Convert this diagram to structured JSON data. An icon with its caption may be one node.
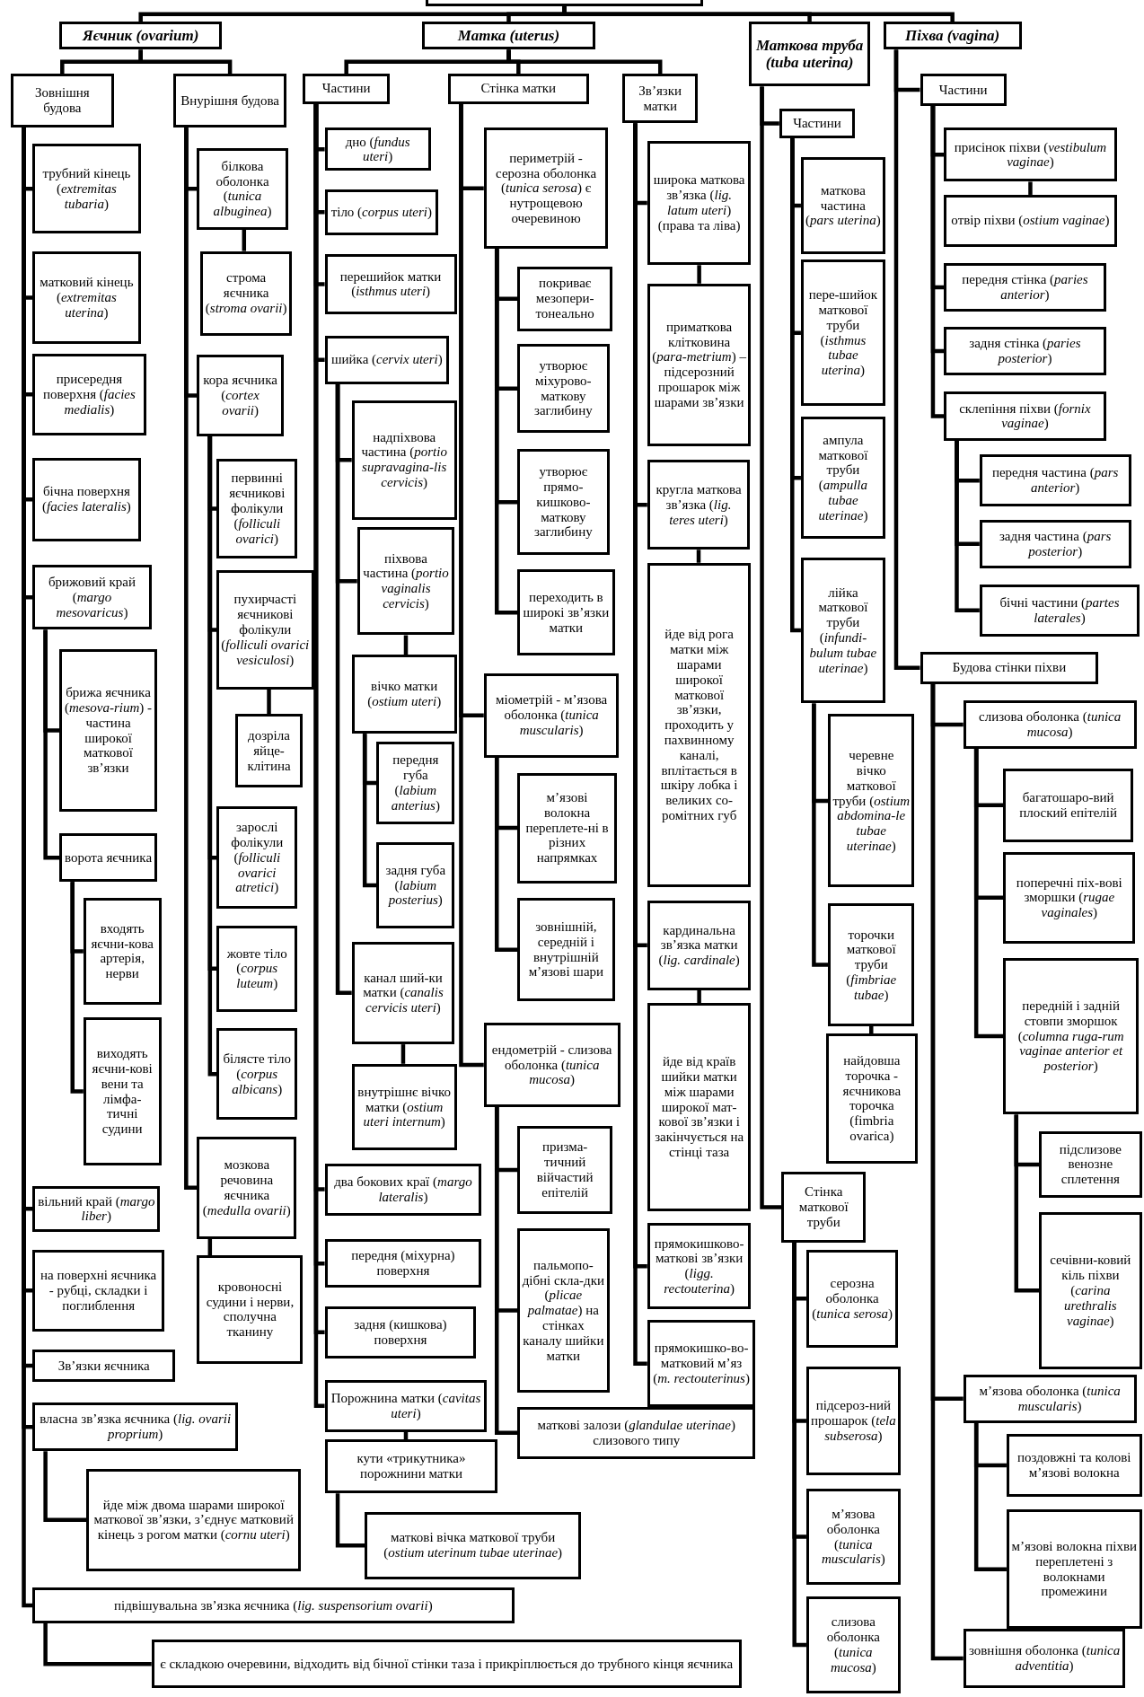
{
  "diagram": {
    "nodes": [
      {
        "text": [],
        "shape": "box"
      },
      {
        "text": [
          "Яєчник (ovarium)"
        ]
      },
      {
        "text": [
          "Матка (uterus)"
        ]
      },
      {
        "text": [
          "Маткова труба (tuba uterina)"
        ]
      },
      {
        "text": [
          "Піхва (vagina)"
        ]
      },
      {
        "text": [
          "Зовнішня будова"
        ]
      },
      {
        "text": [
          "Внурішня будова"
        ]
      },
      {
        "text": [
          "трубний кінець (*extremitas tubaria*)"
        ]
      },
      {
        "text": [
          "матковий кінець (*extremitas uterina*)"
        ]
      },
      {
        "text": [
          "присередня поверхня (*facies medialis*)"
        ]
      },
      {
        "text": [
          "бічна поверхня (*facies lateralis*)"
        ]
      },
      {
        "text": [
          "брижовий край (*margo mesovaricus*)"
        ]
      },
      {
        "text": [
          "брижа яєчника (*mesova-rium*) - частина широкої маткової зв’язки"
        ]
      },
      {
        "text": [
          "ворота яєчника"
        ]
      },
      {
        "text": [
          "входять яєчни-кова артерія, нерви"
        ]
      },
      {
        "text": [
          "виходять яєчни-кові вени та лімфа-тичні судини"
        ]
      },
      {
        "text": [
          "вільний край (*margo liber*)"
        ]
      },
      {
        "text": [
          "на поверхні яєчника - рубці, складки і поглиблення"
        ]
      },
      {
        "text": [
          "Зв’язки яєчника"
        ]
      },
      {
        "text": [
          "власна зв’язка яєчника (*lig. ovarii proprium*)"
        ]
      },
      {
        "text": [
          "йде між двома шарами широкої маткової зв’язки, з’єднує матковий кінець з рогом матки (*cornu uteri*)"
        ]
      },
      {
        "text": [
          "підвішувальна зв’язка яєчника (*lig. suspensorium ovarii*)"
        ]
      },
      {
        "text": [
          "є складкою очеревини, відходить від бічної стінки таза і прикріплюється до трубного кінця яєчника"
        ]
      },
      {
        "text": [
          "білкова оболонка (*tunica albuginea*)"
        ]
      },
      {
        "text": [
          "строма яєчника (*stroma ovarii*)"
        ]
      },
      {
        "text": [
          "кора яєчника (*cortex ovarii*)"
        ]
      },
      {
        "text": [
          "первинні яєчникові фолікули (*folliculi ovarici*)"
        ]
      },
      {
        "text": [
          "пухирчасті яєчникові фолікули (*folliculi ovarici vesiculosi*)"
        ]
      },
      {
        "text": [
          "дозріла яйце-клітина"
        ]
      },
      {
        "text": [
          "зарослі фолікули (*folliculi ovarici atretici*)"
        ]
      },
      {
        "text": [
          "жовте тіло (*corpus luteum*)"
        ]
      },
      {
        "text": [
          "білясте тіло (*corpus albicans*)"
        ]
      },
      {
        "text": [
          "мозкова речовина яєчника (*medulla ovarii*)"
        ]
      },
      {
        "text": [
          "кровоносні судини і нерви, сполучна тканину"
        ]
      },
      {
        "text": [
          "Частини"
        ]
      },
      {
        "text": [
          "Стінка матки"
        ]
      },
      {
        "text": [
          "Зв’язки матки"
        ]
      },
      {
        "text": [
          "дно (*fundus uteri*)"
        ]
      },
      {
        "text": [
          "тіло (*corpus uteri*)"
        ]
      },
      {
        "text": [
          "перешийок матки (*isthmus uteri*)"
        ]
      },
      {
        "text": [
          "шийка (*cervix uteri*)"
        ]
      },
      {
        "text": [
          "надпіхвова частина (*portio supravagina-lis cervicis*)"
        ]
      },
      {
        "text": [
          "піхвова частина (*portio vaginalis cervicis*)"
        ]
      },
      {
        "text": [
          "вічко матки (*ostium uteri*)"
        ]
      },
      {
        "text": [
          "передня губа (*labium anterius*)"
        ]
      },
      {
        "text": [
          "задня губа (*labium posterius*)"
        ]
      },
      {
        "text": [
          "канал ший-ки матки (*canalis cervicis uteri*)"
        ]
      },
      {
        "text": [
          "внутрішнє вічко матки (*ostium uteri internum*)"
        ]
      },
      {
        "text": [
          "два бокових краї (*margo lateralis*)"
        ]
      },
      {
        "text": [
          "передня (міхурна) поверхня"
        ]
      },
      {
        "text": [
          "задня (кишкова) поверхня"
        ]
      },
      {
        "text": [
          "Порожнина матки (*cavitas uteri*)"
        ]
      },
      {
        "text": [
          "кути «трикутника» порожнини матки"
        ]
      },
      {
        "text": [
          "маткові вічка маткової труби (*ostium uterinum tubae uterinae*)"
        ]
      },
      {
        "text": [
          "периметрій - серозна оболонка (*tunica serosa*) є нутрощевою очеревиною"
        ]
      },
      {
        "text": [
          "покриває мезопери-тонеально"
        ]
      },
      {
        "text": [
          "утворює міхурово-маткову заглибину"
        ]
      },
      {
        "text": [
          "утворює прямо-кишково-маткову заглибину"
        ]
      },
      {
        "text": [
          "переходить в широкі зв’язки матки"
        ]
      },
      {
        "text": [
          "міометрій - м’язова оболонка (*tunica muscularis*)"
        ]
      },
      {
        "text": [
          "м’язові волокна переплете-ні в різних напрямках"
        ]
      },
      {
        "text": [
          "зовнішній, середній і внутрішній м’язові шари"
        ]
      },
      {
        "text": [
          "ендометрій - слизова оболонка (*tunica mucosa*)"
        ]
      },
      {
        "text": [
          "призма-тичний війчастий епітелій"
        ]
      },
      {
        "text": [
          "пальмопо-дібні скла-дки (*plicae palmatae*) на стінках каналу шийки матки"
        ]
      },
      {
        "text": [
          "маткові залози (*glandulae uterinae*) слизового типу"
        ]
      },
      {
        "text": [
          "широка маткова зв’язка (*lig. latum uteri*) (права та ліва)"
        ]
      },
      {
        "text": [
          "приматкова клітковина (*para-metrium*) – підсерозний прошарок між шарами зв’язки"
        ]
      },
      {
        "text": [
          "кругла маткова зв’язка (*lig. teres uteri*)"
        ]
      },
      {
        "text": [
          "йде від рога матки між шарами широкої маткової зв’язки, проходить у пахвинному каналі, вплітається в шкіру лобка і великих со-ромітних губ"
        ]
      },
      {
        "text": [
          "кардинальна зв’язка матки (*lig. cardinale*)"
        ]
      },
      {
        "text": [
          "йде від країв шийки матки між шарами широкої мат-кової зв’язки і закінчується на стінці таза"
        ]
      },
      {
        "text": [
          "прямокишково-маткові зв’язки (*ligg. rectouterina*)"
        ]
      },
      {
        "text": [
          "прямокишко-во-матковий м’яз (*m. rectouterinus*)"
        ]
      },
      {
        "text": [
          "Частини"
        ]
      },
      {
        "text": [
          "маткова частина (*pars uterina*)"
        ]
      },
      {
        "text": [
          "пере-шийок маткової труби (*isthmus tubae uterina*)"
        ]
      },
      {
        "text": [
          "ампула маткової труби (*ampulla tubae uterinae*)"
        ]
      },
      {
        "text": [
          "лійка маткової труби (*infundi-bulum tubae uterinae*)"
        ]
      },
      {
        "text": [
          "черевне вічко маткової труби (*ostium abdomina-le tubae uterinae*)"
        ]
      },
      {
        "text": [
          "торочки маткової труби (*fimbriae tubae*)"
        ]
      },
      {
        "text": [
          "найдовша торочка - яєчникова торочка (fimbria ovarica)"
        ]
      },
      {
        "text": [
          "Стінка маткової труби"
        ]
      },
      {
        "text": [
          "серозна оболонка (*tunica serosa*)"
        ]
      },
      {
        "text": [
          "підсероз-ний прошарок (*tela subserosa*)"
        ]
      },
      {
        "text": [
          "м’язова оболонка (*tunica muscularis*)"
        ]
      },
      {
        "text": [
          "слизова оболонка (*tunica mucosa*)"
        ]
      },
      {
        "text": [
          "Частини"
        ]
      },
      {
        "text": [
          "присінок піхви (*vestibulum vaginae*)"
        ]
      },
      {
        "text": [
          "отвір піхви (*ostium vaginae*)"
        ]
      },
      {
        "text": [
          "передня стінка (*paries anterior*)"
        ]
      },
      {
        "text": [
          "задня стінка (*paries posterior*)"
        ]
      },
      {
        "text": [
          "склепіння піхви (*fornix vaginae*)"
        ]
      },
      {
        "text": [
          "передня частина (*pars anterior*)"
        ]
      },
      {
        "text": [
          "задня частина (*pars posterior*)"
        ]
      },
      {
        "text": [
          "бічні частини (*partes laterales*)"
        ]
      },
      {
        "text": [
          "Будова стінки піхви"
        ]
      },
      {
        "text": [
          "слизова оболонка (*tunica mucosa*)"
        ]
      },
      {
        "text": [
          "багатошаро-вий плоский епітелій"
        ]
      },
      {
        "text": [
          "поперечні піх-вові зморшки (*rugae vaginales*)"
        ]
      },
      {
        "text": [
          "передній і задній стовпи зморшок (*columna ruga-rum vaginae anterior et posterior*)"
        ]
      },
      {
        "text": [
          "підслизове венозне сплетення"
        ]
      },
      {
        "text": [
          "сечівни-ковий кіль піхви (*carina urethralis vaginae*)"
        ]
      },
      {
        "text": [
          "м’язова оболонка (*tunica muscularis*)"
        ]
      },
      {
        "text": [
          "поздовжні та колові м’язові волокна"
        ]
      },
      {
        "text": [
          "м’язові волокна піхви переплетені з волокнами промежини"
        ]
      },
      {
        "text": [
          "зовнішня оболонка (*tunica adventitia*)"
        ]
      }
    ],
    "edges": [
      {
        "from": 0,
        "to": 1,
        "arrow": "none"
      },
      {
        "from": 0,
        "to": 2,
        "arrow": "none"
      },
      {
        "from": 0,
        "to": 3,
        "arrow": "none"
      },
      {
        "from": 0,
        "to": 4,
        "arrow": "none"
      },
      {
        "from": 1,
        "to": 5,
        "arrow": "none"
      },
      {
        "from": 1,
        "to": 6,
        "arrow": "none"
      },
      {
        "from": 5,
        "to": 7,
        "arrow": "none"
      },
      {
        "from": 5,
        "to": 8,
        "arrow": "none"
      },
      {
        "from": 5,
        "to": 9,
        "arrow": "none"
      },
      {
        "from": 5,
        "to": 10,
        "arrow": "none"
      },
      {
        "from": 5,
        "to": 11,
        "arrow": "none"
      },
      {
        "from": 11,
        "to": 12,
        "arrow": "none"
      },
      {
        "from": 11,
        "to": 13,
        "arrow": "none"
      },
      {
        "from": 13,
        "to": 14,
        "arrow": "none"
      },
      {
        "from": 13,
        "to": 15,
        "arrow": "none"
      },
      {
        "from": 5,
        "to": 16,
        "arrow": "none"
      },
      {
        "from": 5,
        "to": 17,
        "arrow": "none"
      },
      {
        "from": 5,
        "to": 18,
        "arrow": "none"
      },
      {
        "from": 5,
        "to": 19,
        "arrow": "none"
      },
      {
        "from": 19,
        "to": 20,
        "arrow": "none"
      },
      {
        "from": 5,
        "to": 21,
        "arrow": "none"
      },
      {
        "from": 21,
        "to": 22,
        "arrow": "none"
      },
      {
        "from": 6,
        "to": 23,
        "arrow": "none"
      },
      {
        "from": 23,
        "to": 24,
        "arrow": "none"
      },
      {
        "from": 6,
        "to": 25,
        "arrow": "none"
      },
      {
        "from": 25,
        "to": 26,
        "arrow": "none"
      },
      {
        "from": 25,
        "to": 27,
        "arrow": "none"
      },
      {
        "from": 27,
        "to": 28,
        "arrow": "none"
      },
      {
        "from": 25,
        "to": 29,
        "arrow": "none"
      },
      {
        "from": 25,
        "to": 30,
        "arrow": "none"
      },
      {
        "from": 25,
        "to": 31,
        "arrow": "none"
      },
      {
        "from": 6,
        "to": 32,
        "arrow": "none"
      },
      {
        "from": 32,
        "to": 33,
        "arrow": "none"
      },
      {
        "from": 2,
        "to": 34,
        "arrow": "none"
      },
      {
        "from": 2,
        "to": 35,
        "arrow": "none"
      },
      {
        "from": 2,
        "to": 36,
        "arrow": "none"
      },
      {
        "from": 34,
        "to": 37,
        "arrow": "none"
      },
      {
        "from": 34,
        "to": 38,
        "arrow": "none"
      },
      {
        "from": 34,
        "to": 39,
        "arrow": "none"
      },
      {
        "from": 34,
        "to": 40,
        "arrow": "none"
      },
      {
        "from": 40,
        "to": 41,
        "arrow": "none"
      },
      {
        "from": 40,
        "to": 42,
        "arrow": "none"
      },
      {
        "from": 42,
        "to": 43,
        "arrow": "none"
      },
      {
        "from": 43,
        "to": 44,
        "arrow": "none"
      },
      {
        "from": 43,
        "to": 45,
        "arrow": "none"
      },
      {
        "from": 40,
        "to": 46,
        "arrow": "none"
      },
      {
        "from": 46,
        "to": 47,
        "arrow": "none"
      },
      {
        "from": 34,
        "to": 48,
        "arrow": "none"
      },
      {
        "from": 34,
        "to": 49,
        "arrow": "none"
      },
      {
        "from": 34,
        "to": 50,
        "arrow": "none"
      },
      {
        "from": 34,
        "to": 51,
        "arrow": "none"
      },
      {
        "from": 51,
        "to": 52,
        "arrow": "none"
      },
      {
        "from": 52,
        "to": 53,
        "arrow": "none"
      },
      {
        "from": 35,
        "to": 54,
        "arrow": "none"
      },
      {
        "from": 54,
        "to": 55,
        "arrow": "none"
      },
      {
        "from": 54,
        "to": 56,
        "arrow": "none"
      },
      {
        "from": 54,
        "to": 57,
        "arrow": "none"
      },
      {
        "from": 54,
        "to": 58,
        "arrow": "none"
      },
      {
        "from": 35,
        "to": 59,
        "arrow": "none"
      },
      {
        "from": 59,
        "to": 60,
        "arrow": "none"
      },
      {
        "from": 59,
        "to": 61,
        "arrow": "none"
      },
      {
        "from": 35,
        "to": 62,
        "arrow": "none"
      },
      {
        "from": 62,
        "to": 63,
        "arrow": "none"
      },
      {
        "from": 62,
        "to": 64,
        "arrow": "none"
      },
      {
        "from": 62,
        "to": 65,
        "arrow": "none"
      },
      {
        "from": 36,
        "to": 66,
        "arrow": "none"
      },
      {
        "from": 66,
        "to": 67,
        "arrow": "none"
      },
      {
        "from": 36,
        "to": 68,
        "arrow": "none"
      },
      {
        "from": 68,
        "to": 69,
        "arrow": "none"
      },
      {
        "from": 36,
        "to": 70,
        "arrow": "none"
      },
      {
        "from": 70,
        "to": 71,
        "arrow": "none"
      },
      {
        "from": 36,
        "to": 72,
        "arrow": "none"
      },
      {
        "from": 36,
        "to": 73,
        "arrow": "none"
      },
      {
        "from": 3,
        "to": 74,
        "arrow": "none"
      },
      {
        "from": 74,
        "to": 75,
        "arrow": "none"
      },
      {
        "from": 74,
        "to": 76,
        "arrow": "none"
      },
      {
        "from": 74,
        "to": 77,
        "arrow": "none"
      },
      {
        "from": 74,
        "to": 78,
        "arrow": "none"
      },
      {
        "from": 78,
        "to": 79,
        "arrow": "none"
      },
      {
        "from": 78,
        "to": 80,
        "arrow": "none"
      },
      {
        "from": 80,
        "to": 81,
        "arrow": "none"
      },
      {
        "from": 3,
        "to": 82,
        "arrow": "none"
      },
      {
        "from": 82,
        "to": 83,
        "arrow": "none"
      },
      {
        "from": 82,
        "to": 84,
        "arrow": "none"
      },
      {
        "from": 82,
        "to": 85,
        "arrow": "none"
      },
      {
        "from": 82,
        "to": 86,
        "arrow": "none"
      },
      {
        "from": 4,
        "to": 87,
        "arrow": "none"
      },
      {
        "from": 87,
        "to": 88,
        "arrow": "none"
      },
      {
        "from": 88,
        "to": 89,
        "arrow": "none"
      },
      {
        "from": 87,
        "to": 90,
        "arrow": "none"
      },
      {
        "from": 87,
        "to": 91,
        "arrow": "none"
      },
      {
        "from": 87,
        "to": 92,
        "arrow": "none"
      },
      {
        "from": 92,
        "to": 93,
        "arrow": "none"
      },
      {
        "from": 92,
        "to": 94,
        "arrow": "none"
      },
      {
        "from": 92,
        "to": 95,
        "arrow": "none"
      },
      {
        "from": 4,
        "to": 96,
        "arrow": "none"
      },
      {
        "from": 96,
        "to": 97,
        "arrow": "none"
      },
      {
        "from": 97,
        "to": 98,
        "arrow": "none"
      },
      {
        "from": 97,
        "to": 99,
        "arrow": "none"
      },
      {
        "from": 97,
        "to": 100,
        "arrow": "none"
      },
      {
        "from": 100,
        "to": 101,
        "arrow": "none"
      },
      {
        "from": 100,
        "to": 102,
        "arrow": "none"
      },
      {
        "from": 96,
        "to": 103,
        "arrow": "none"
      },
      {
        "from": 103,
        "to": 104,
        "arrow": "none"
      },
      {
        "from": 103,
        "to": 105,
        "arrow": "none"
      },
      {
        "from": 96,
        "to": 106,
        "arrow": "none"
      }
    ]
  }
}
